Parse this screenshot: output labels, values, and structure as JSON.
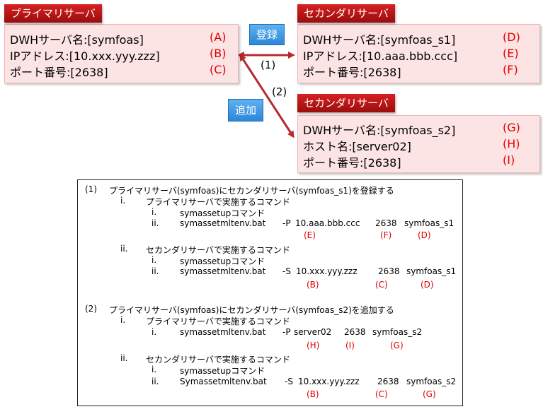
{
  "primary": {
    "title": "プライマリサーバ",
    "rows": [
      {
        "label": "DWHサーバ名:[symfoas]",
        "code": "(A)"
      },
      {
        "label": "IPアドレス:[10.xxx.yyy.zzz]",
        "code": "(B)"
      },
      {
        "label": "ポート番号:[2638]",
        "code": "(C)"
      }
    ]
  },
  "secondary1": {
    "title": "セカンダリサーバ",
    "rows": [
      {
        "label": "DWHサーバ名:[symfoas_s1]",
        "code": "(D)"
      },
      {
        "label": "IPアドレス:[10.aaa.bbb.ccc]",
        "code": "(E)"
      },
      {
        "label": "ポート番号:[2638]",
        "code": "(F)"
      }
    ]
  },
  "secondary2": {
    "title": "セカンダリサーバ",
    "rows": [
      {
        "label": "DWHサーバ名:[symfoas_s2]",
        "code": "(G)"
      },
      {
        "label": "ホスト名:[server02]",
        "code": "(H)"
      },
      {
        "label": "ポート番号:[2638]",
        "code": "(I)"
      }
    ]
  },
  "buttons": {
    "register": "登録",
    "add": "追加"
  },
  "steps": {
    "s1": "(1)",
    "s2": "(2)"
  },
  "instructions": {
    "sec1": {
      "num": "(1)",
      "title": "プライマリサーバ(symfoas)にセカンダリサーバ(symfoas_s1)を登録する",
      "a_num": "i.",
      "a_title": "プライマリサーバで実施するコマンド",
      "a_i_num": "i.",
      "a_i_cmd": "symassetupコマンド",
      "a_ii_num": "ii.",
      "a_ii_cmd": "symassetmltenv.bat",
      "a_ii_args": [
        "-P",
        "10.aaa.bbb.ccc",
        "2638",
        "symfoas_s1"
      ],
      "a_ii_refs": [
        "(E)",
        "(F)",
        "(D)"
      ],
      "b_num": "ii.",
      "b_title": "セカンダリサーバで実施するコマンド",
      "b_i_num": "i.",
      "b_i_cmd": "symassetupコマンド",
      "b_ii_num": "ii.",
      "b_ii_cmd": "symassetmltenv.bat",
      "b_ii_args": [
        "-S",
        "10.xxx.yyy.zzz",
        "2638",
        "symfoas_s1"
      ],
      "b_ii_refs": [
        "(B)",
        "(C)",
        "(D)"
      ]
    },
    "sec2": {
      "num": "(2)",
      "title": "プライマリサーバ(symfoas)にセカンダリサーバ(symfoas_s2)を追加する",
      "a_num": "i.",
      "a_title": "プライマリサーバで実施するコマンド",
      "a_i_num": "i.",
      "a_i_cmd": "symassetmltenv.bat",
      "a_i_args": [
        "-P",
        "server02",
        "2638",
        "symfoas_s2"
      ],
      "a_i_refs": [
        "(H)",
        "(I)",
        "(G)"
      ],
      "b_num": "ii.",
      "b_title": "セカンダリサーバで実施するコマンド",
      "b_i_num": "i.",
      "b_i_cmd": "symassetupコマンド",
      "b_ii_num": "ii.",
      "b_ii_cmd": "Symassetmltenv.bat",
      "b_ii_args": [
        "-S",
        "10.xxx.yyy.zzz",
        "2638",
        "symfoas_s2"
      ],
      "b_ii_refs": [
        "(B)",
        "(C)",
        "(G)"
      ]
    }
  },
  "colors": {
    "tag_red": "#b31212",
    "panel_pink": "#fde4e4",
    "button_blue": "#3a96e0",
    "arrow": "#b52b2b",
    "ref_red": "#e00000"
  }
}
